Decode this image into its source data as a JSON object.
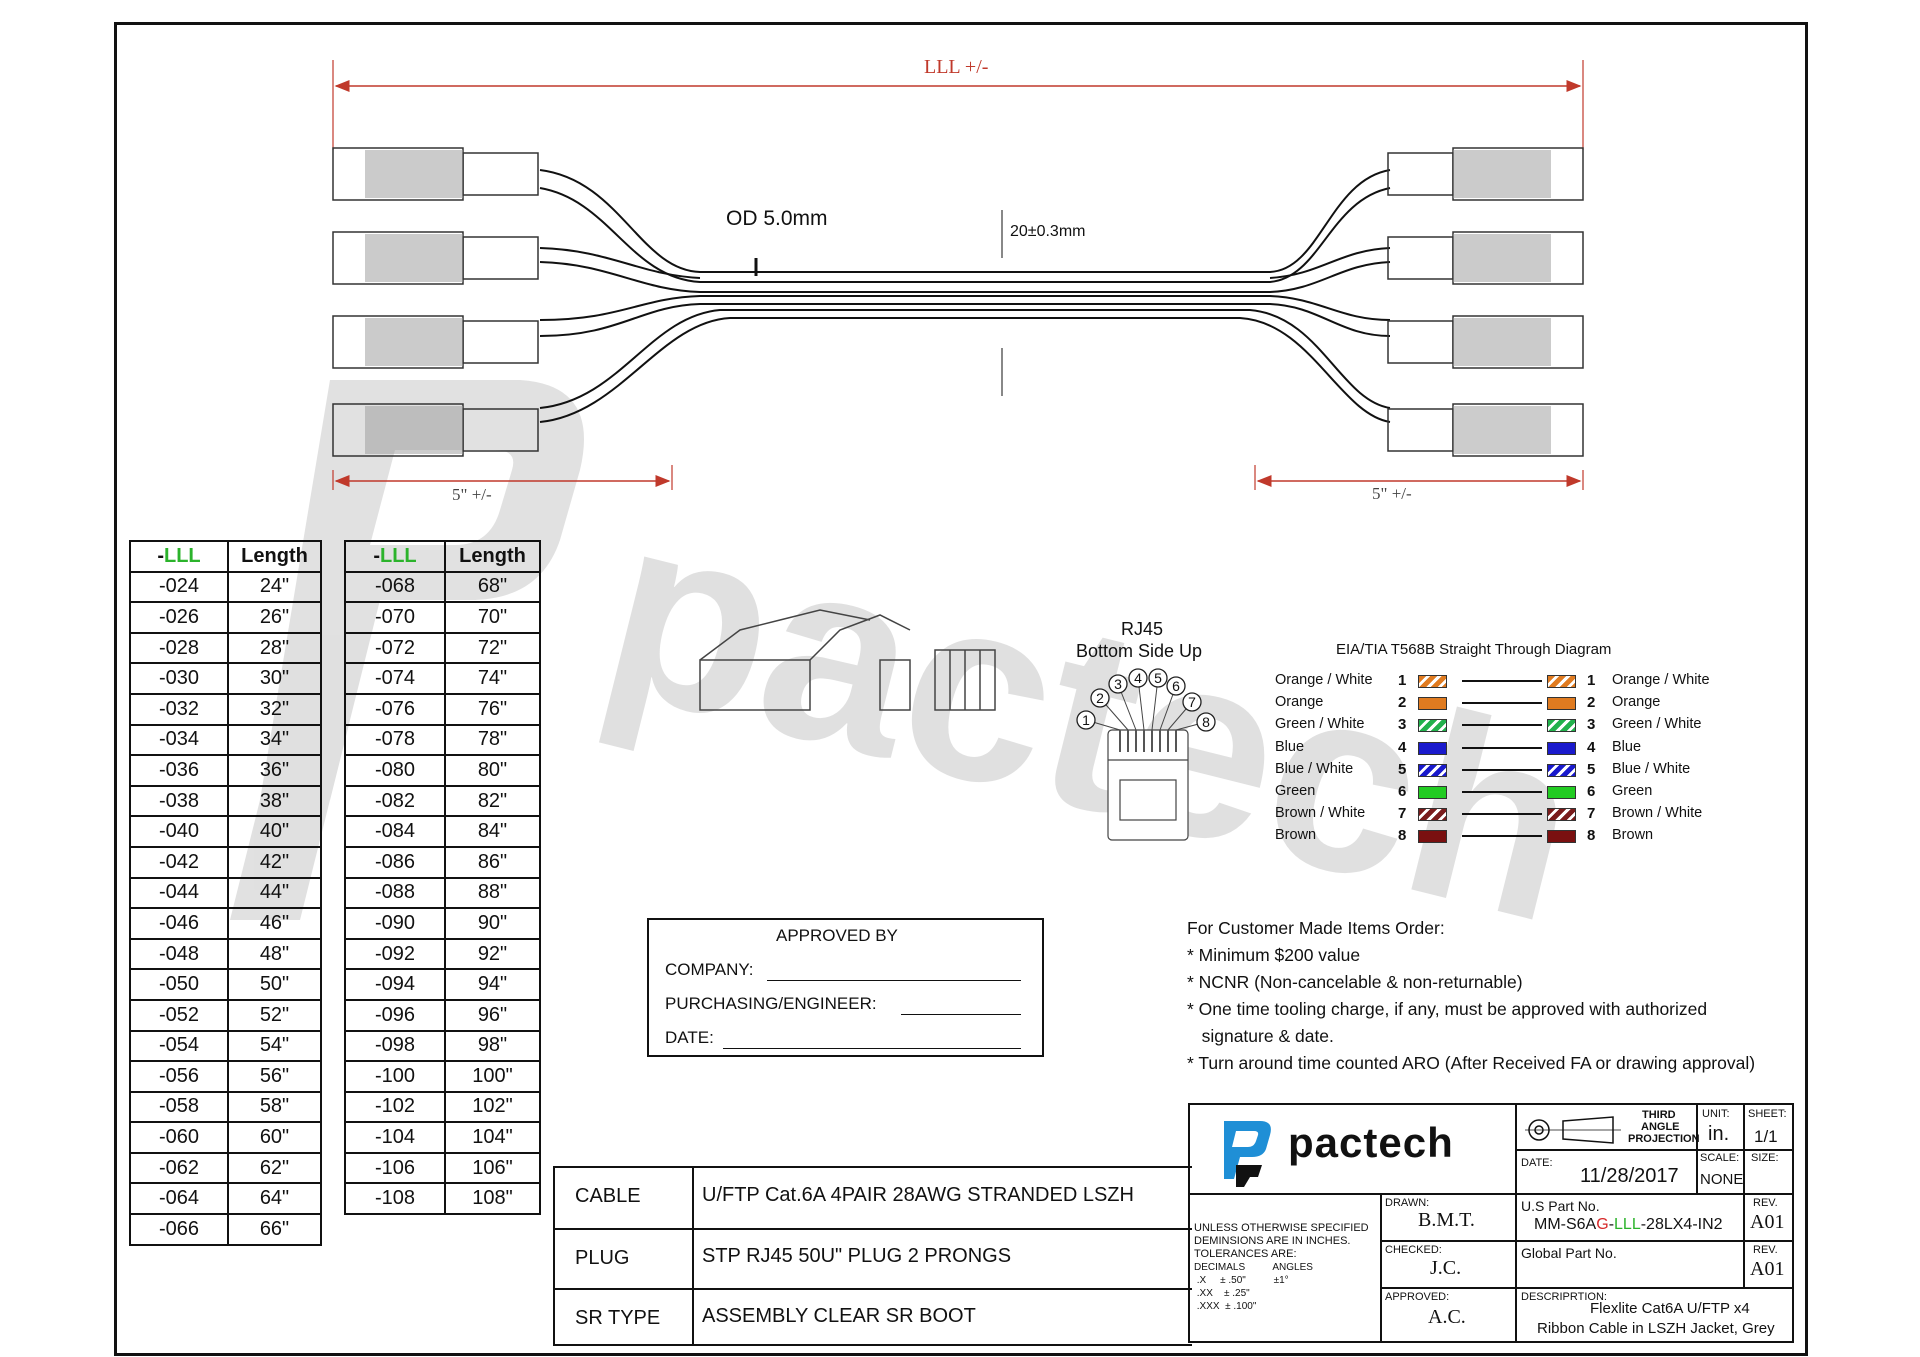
{
  "drawing": {
    "overall_length": "LLL +/-",
    "od": "OD 5.0mm",
    "pitch": "20±0.3mm",
    "breakout_left": "5\" +/-",
    "breakout_right": "5\" +/-"
  },
  "length_tables": {
    "header_prefix": "-",
    "header_code": "LLL",
    "header_length": "Length",
    "left": [
      [
        "-024",
        "24\""
      ],
      [
        "-026",
        "26\""
      ],
      [
        "-028",
        "28\""
      ],
      [
        "-030",
        "30\""
      ],
      [
        "-032",
        "32\""
      ],
      [
        "-034",
        "34\""
      ],
      [
        "-036",
        "36\""
      ],
      [
        "-038",
        "38\""
      ],
      [
        "-040",
        "40\""
      ],
      [
        "-042",
        "42\""
      ],
      [
        "-044",
        "44\""
      ],
      [
        "-046",
        "46\""
      ],
      [
        "-048",
        "48\""
      ],
      [
        "-050",
        "50\""
      ],
      [
        "-052",
        "52\""
      ],
      [
        "-054",
        "54\""
      ],
      [
        "-056",
        "56\""
      ],
      [
        "-058",
        "58\""
      ],
      [
        "-060",
        "60\""
      ],
      [
        "-062",
        "62\""
      ],
      [
        "-064",
        "64\""
      ],
      [
        "-066",
        "66\""
      ]
    ],
    "right": [
      [
        "-068",
        "68\""
      ],
      [
        "-070",
        "70\""
      ],
      [
        "-072",
        "72\""
      ],
      [
        "-074",
        "74\""
      ],
      [
        "-076",
        "76\""
      ],
      [
        "-078",
        "78\""
      ],
      [
        "-080",
        "80\""
      ],
      [
        "-082",
        "82\""
      ],
      [
        "-084",
        "84\""
      ],
      [
        "-086",
        "86\""
      ],
      [
        "-088",
        "88\""
      ],
      [
        "-090",
        "90\""
      ],
      [
        "-092",
        "92\""
      ],
      [
        "-094",
        "94\""
      ],
      [
        "-096",
        "96\""
      ],
      [
        "-098",
        "98\""
      ],
      [
        "-100",
        "100\""
      ],
      [
        "-102",
        "102\""
      ],
      [
        "-104",
        "104\""
      ],
      [
        "-106",
        "106\""
      ],
      [
        "-108",
        "108\""
      ]
    ]
  },
  "rj45": {
    "title_line1": "RJ45",
    "title_line2": "Bottom Side Up",
    "pins": [
      "1",
      "2",
      "3",
      "4",
      "5",
      "6",
      "7",
      "8"
    ]
  },
  "wiring": {
    "title": "EIA/TIA T568B Straight Through Diagram",
    "rows": [
      {
        "pin": "1",
        "label": "Orange / White",
        "color": "#e07b20",
        "striped": true
      },
      {
        "pin": "2",
        "label": "Orange",
        "color": "#e07b20",
        "striped": false
      },
      {
        "pin": "3",
        "label": "Green / White",
        "color": "#22b14c",
        "striped": true
      },
      {
        "pin": "4",
        "label": "Blue",
        "color": "#1a1acc",
        "striped": false
      },
      {
        "pin": "5",
        "label": "Blue / White",
        "color": "#1a1acc",
        "striped": true
      },
      {
        "pin": "6",
        "label": "Green",
        "color": "#22cc22",
        "striped": false
      },
      {
        "pin": "7",
        "label": "Brown / White",
        "color": "#7a1c1c",
        "striped": true
      },
      {
        "pin": "8",
        "label": "Brown",
        "color": "#7a1010",
        "striped": false
      }
    ]
  },
  "approval": {
    "title": "APPROVED BY",
    "company": "COMPANY:",
    "purchasing": "PURCHASING/ENGINEER:",
    "date": "DATE:"
  },
  "notes": {
    "heading": "For Customer Made Items Order:",
    "items": [
      "* Minimum $200 value",
      "* NCNR (Non-cancelable & non-returnable)",
      "* One time tooling charge, if any, must be approved with authorized",
      "   signature & date.",
      "* Turn around time counted ARO (After Received FA or drawing approval)"
    ]
  },
  "spec": {
    "cable_key": "CABLE",
    "cable_val": "U/FTP Cat.6A 4PAIR 28AWG STRANDED LSZH",
    "plug_key": "PLUG",
    "plug_val": "STP RJ45 50U\" PLUG 2 PRONGS",
    "sr_key": "SR TYPE",
    "sr_val": "ASSEMBLY  CLEAR SR BOOT"
  },
  "title_block": {
    "logo_text": "pactech",
    "projection_line1": "THIRD",
    "projection_line2": "ANGLE",
    "projection_line3": "PROJECTION",
    "unit_label": "UNIT:",
    "unit_val": "in.",
    "sheet_label": "SHEET:",
    "sheet_val": "1/1",
    "date_label": "DATE:",
    "date_val": "11/28/2017",
    "scale_label": "SCALE:",
    "scale_val": "NONE",
    "size_label": "SIZE:",
    "tolerance_lines": [
      "UNLESS OTHERWISE SPECIFIED",
      "DEMINSIONS ARE IN INCHES.",
      "TOLERANCES ARE:",
      "DECIMALS          ANGLES",
      " .X     ± .50\"          ±1°",
      " .XX    ± .25\"",
      " .XXX  ± .100\""
    ],
    "drawn_label": "DRAWN:",
    "drawn_val": "B.M.T.",
    "checked_label": "CHECKED:",
    "checked_val": "J.C.",
    "approved_label": "APPROVED:",
    "approved_val": "A.C.",
    "us_part_label": "U.S Part No.",
    "part_prefix": "MM-S6A",
    "part_g": "G",
    "part_dash1": "-",
    "part_lll": "LLL",
    "part_suffix": "-28LX4-IN2",
    "rev_label": "REV.",
    "rev_val": "A01",
    "global_part_label": "Global Part No.",
    "rev2_label": "REV.",
    "rev2_val": "A01",
    "desc_label": "DESCRIPRTION:",
    "desc_line1": "Flexlite Cat6A U/FTP x4",
    "desc_line2": "Ribbon Cable in LSZH Jacket, Grey"
  },
  "watermark": "pactech",
  "colors": {
    "dimension_red": "#c0392b",
    "lll_green": "#2bb32b",
    "part_red": "#d62728",
    "logo_blue": "#1f8fd6"
  }
}
